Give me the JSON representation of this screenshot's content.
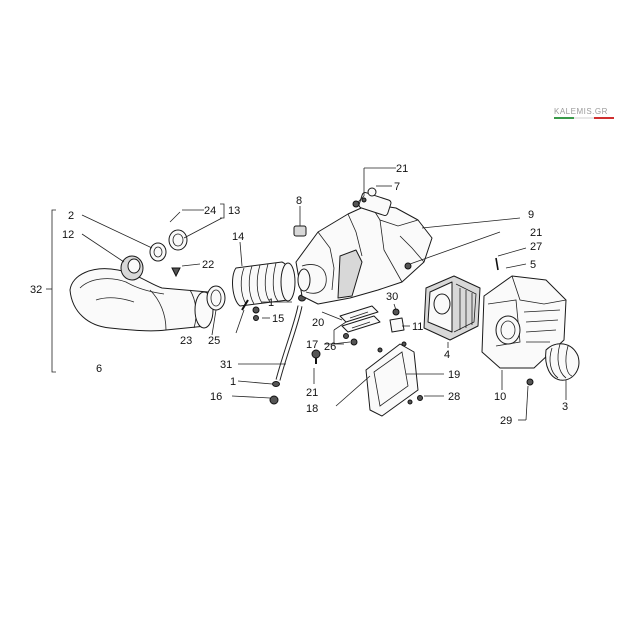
{
  "watermark": {
    "text": "KALEMIS.GR",
    "colors": [
      "#3a9a4a",
      "#ffffff",
      "#d03030"
    ]
  },
  "callouts": {
    "c1a": "1",
    "c1b": "1",
    "c2": "2",
    "c3": "3",
    "c4": "4",
    "c5": "5",
    "c6": "6",
    "c7": "7",
    "c8": "8",
    "c9": "9",
    "c10": "10",
    "c11": "11",
    "c12": "12",
    "c13": "13",
    "c14": "14",
    "c15": "15",
    "c16": "16",
    "c17": "17",
    "c18": "18",
    "c19": "19",
    "c20": "20",
    "c21a": "21",
    "c21b": "21",
    "c21c": "21",
    "c22": "22",
    "c23": "23",
    "c24": "24",
    "c25": "25",
    "c26": "26",
    "c27": "27",
    "c28": "28",
    "c29": "29",
    "c30": "30",
    "c31": "31",
    "c32": "32"
  }
}
